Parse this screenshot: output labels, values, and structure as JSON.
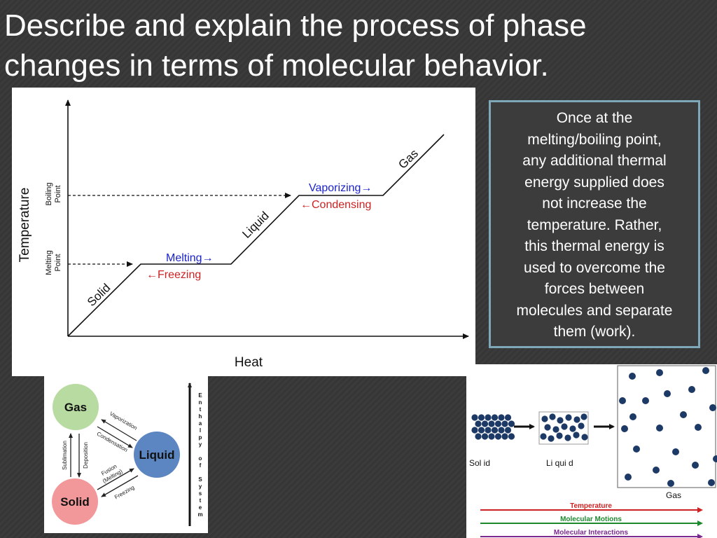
{
  "slide": {
    "title_lines": [
      "Describe and explain the process of phase",
      "changes in terms of molecular behavior."
    ]
  },
  "heating_curve": {
    "x_axis_label": "Heat",
    "y_axis_label": "Temperature",
    "boiling_point_label": [
      "Boiling",
      "Point"
    ],
    "melting_point_label": [
      "Melting",
      "Point"
    ],
    "segments": {
      "solid": "Solid",
      "liquid": "Liquid",
      "gas": "Gas"
    },
    "transitions": {
      "melting": "Melting→",
      "freezing": "←Freezing",
      "vaporizing": "Vaporizing→",
      "condensing": "←Condensing"
    },
    "colors": {
      "forward": "#1a22cc",
      "reverse": "#cc2222",
      "line": "#111111"
    }
  },
  "note": {
    "lines": [
      "Once at the",
      "melting/boiling point,",
      "any additional thermal",
      "energy supplied does",
      "not increase the",
      "temperature. Rather,",
      "this thermal energy is",
      "used to overcome the",
      "forces between",
      "molecules and separate",
      "them (work)."
    ]
  },
  "phase_cycle": {
    "states": {
      "gas": "Gas",
      "liquid": "Liquid",
      "solid": "Solid"
    },
    "processes": {
      "vaporization": "Vaporization",
      "condensation": "Condensation",
      "sublimation": "Sublimation",
      "deposition": "Deposition",
      "fusion_line1": "Fusion",
      "fusion_line2": "(Melting)",
      "freezing": "Freezing"
    },
    "enthalpy_letters": [
      "E",
      "n",
      "t",
      "h",
      "a",
      "l",
      "p",
      "y",
      "",
      "o",
      "f",
      "",
      "S",
      "y",
      "s",
      "t",
      "e",
      "m"
    ],
    "colors": {
      "gas": "#b7dba0",
      "liquid": "#5b86c2",
      "solid": "#f2989a"
    }
  },
  "particle_states": {
    "labels": {
      "solid": "Sol id",
      "liquid": "Li qui d",
      "gas": "Gas"
    },
    "bars": [
      {
        "label": "Temperature",
        "color": "#cc2222"
      },
      {
        "label": "Molecular Motions",
        "color": "#1e8a2e"
      },
      {
        "label": "Molecular Interactions",
        "color": "#7a2a8e"
      }
    ],
    "dot_color": "#1d3a66"
  }
}
